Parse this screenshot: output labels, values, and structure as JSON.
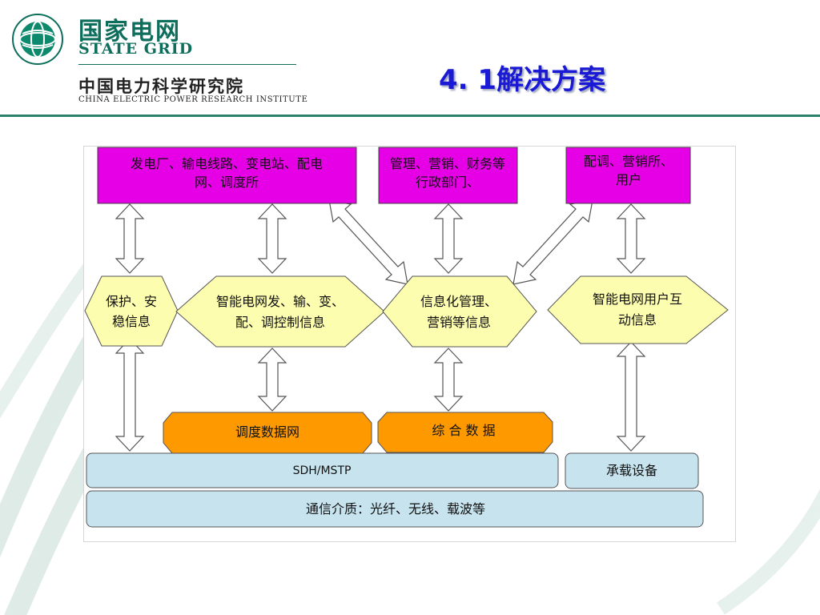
{
  "header": {
    "brand_cn": "国家电网",
    "brand_en": "STATE GRID",
    "institute_cn": "中国电力科学研究院",
    "institute_en": "CHINA ELECTRIC POWER RESEARCH INSTITUTE",
    "slide_title": "4. 1解决方案"
  },
  "colors": {
    "brand_green": "#0d6e5c",
    "title_blue": "#1a1ad6",
    "box_magenta": "#e600e6",
    "hex_yellow": "#fdfdb0",
    "data_orange": "#ff9900",
    "base_lightblue": "#c6e3ee"
  },
  "diagram": {
    "top_boxes": [
      {
        "line1": "发电厂、输电线路、变电站、配电",
        "line2": "网、调度所"
      },
      {
        "line1": "管理、营销、财务等",
        "line2": "行政部门、"
      },
      {
        "line1": "配调、营销所、",
        "line2": "用户"
      }
    ],
    "hexagons": [
      {
        "line1": "保护、安",
        "line2": "稳信息"
      },
      {
        "line1": "智能电网发、输、变、",
        "line2": "配、调控制信息"
      },
      {
        "line1": "信息化管理、",
        "line2": "营销等信息"
      },
      {
        "line1": "智能电网用户互",
        "line2": "动信息"
      }
    ],
    "data_networks": [
      "调度数据网",
      "综 合 数 据"
    ],
    "sdh": "SDH/MSTP",
    "carrier": "承载设备",
    "media": "通信介质：光纤、无线、载波等"
  }
}
